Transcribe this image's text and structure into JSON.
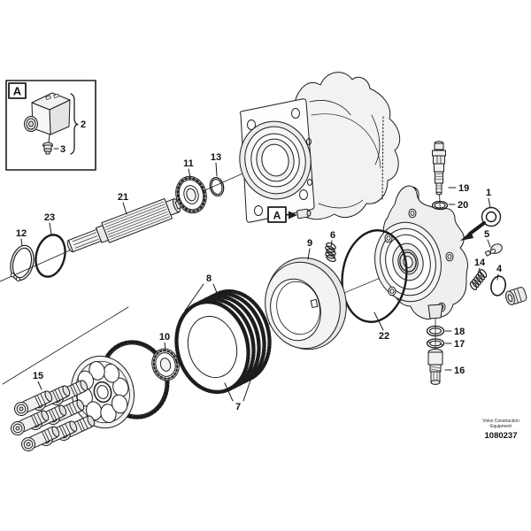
{
  "diagram": {
    "type": "exploded-parts-drawing",
    "colors": {
      "background": "#ffffff",
      "line": "#1c1c1c",
      "shade": "#e9e9e9"
    },
    "inset": {
      "marker": "A",
      "callout_2": "2",
      "callout_3": "3"
    },
    "housing_marker": "A",
    "callouts": {
      "c1": "1",
      "c2": "2",
      "c3": "3",
      "c4": "4",
      "c5": "5",
      "c6": "6",
      "c7": "7",
      "c8": "8",
      "c9": "9",
      "c10": "10",
      "c11": "11",
      "c12": "12",
      "c13": "13",
      "c14": "14",
      "c15": "15",
      "c16": "16",
      "c17": "17",
      "c18": "18",
      "c19": "19",
      "c20": "20",
      "c21": "21",
      "c22": "22",
      "c23": "23"
    },
    "footer": {
      "brand_line1": "Volvo Construction",
      "brand_line2": "Equipment",
      "document_number": "1080237"
    }
  }
}
